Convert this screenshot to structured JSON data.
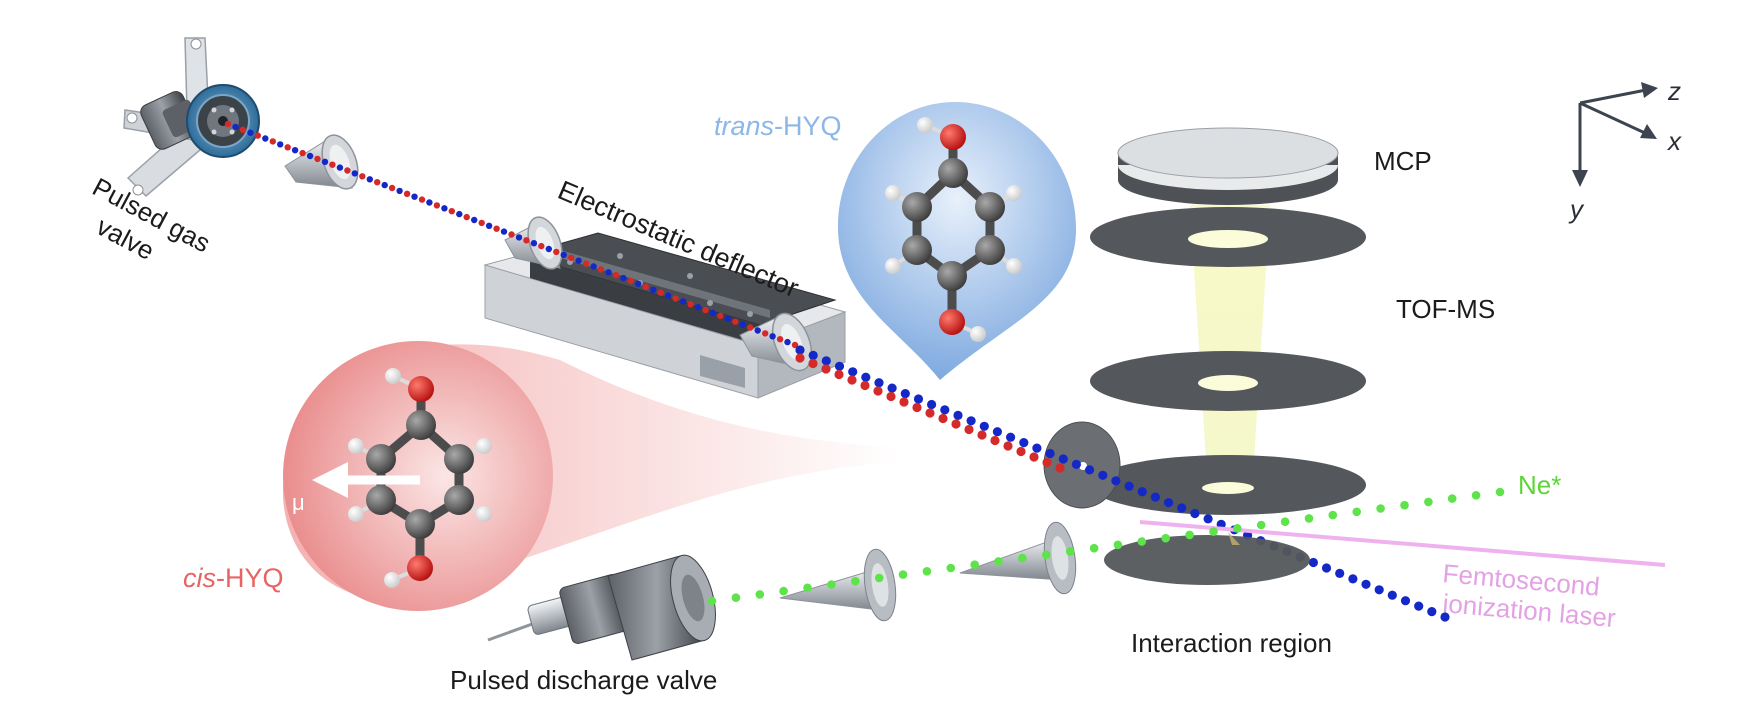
{
  "labels": {
    "pulsed_gas_valve_line1": "Pulsed gas",
    "pulsed_gas_valve_line2": "valve",
    "electrostatic_deflector": "Electrostatic deflector",
    "trans_prefix": "trans",
    "trans_suffix": "-HYQ",
    "cis_prefix": "cis",
    "cis_suffix": "-HYQ",
    "dipole": "μ",
    "mcp": "MCP",
    "tof_ms": "TOF-MS",
    "ne_star": "Ne*",
    "laser_line1": "Femtosecond",
    "laser_line2": "ionization laser",
    "interaction_region": "Interaction region",
    "pulsed_discharge_valve": "Pulsed discharge valve",
    "axis_z": "z",
    "axis_x": "x",
    "axis_y": "y"
  },
  "colors": {
    "trans_label": "#8cb7e6",
    "cis_label": "#e86464",
    "ne_label": "#5fd43a",
    "laser_label": "#e3a2e3",
    "beam_blue": "#1428c8",
    "beam_red": "#d42a2a",
    "beam_green": "#5ee34a",
    "laser": "#efb2ef",
    "plate": "#55585c",
    "axis": "#3d4450"
  }
}
